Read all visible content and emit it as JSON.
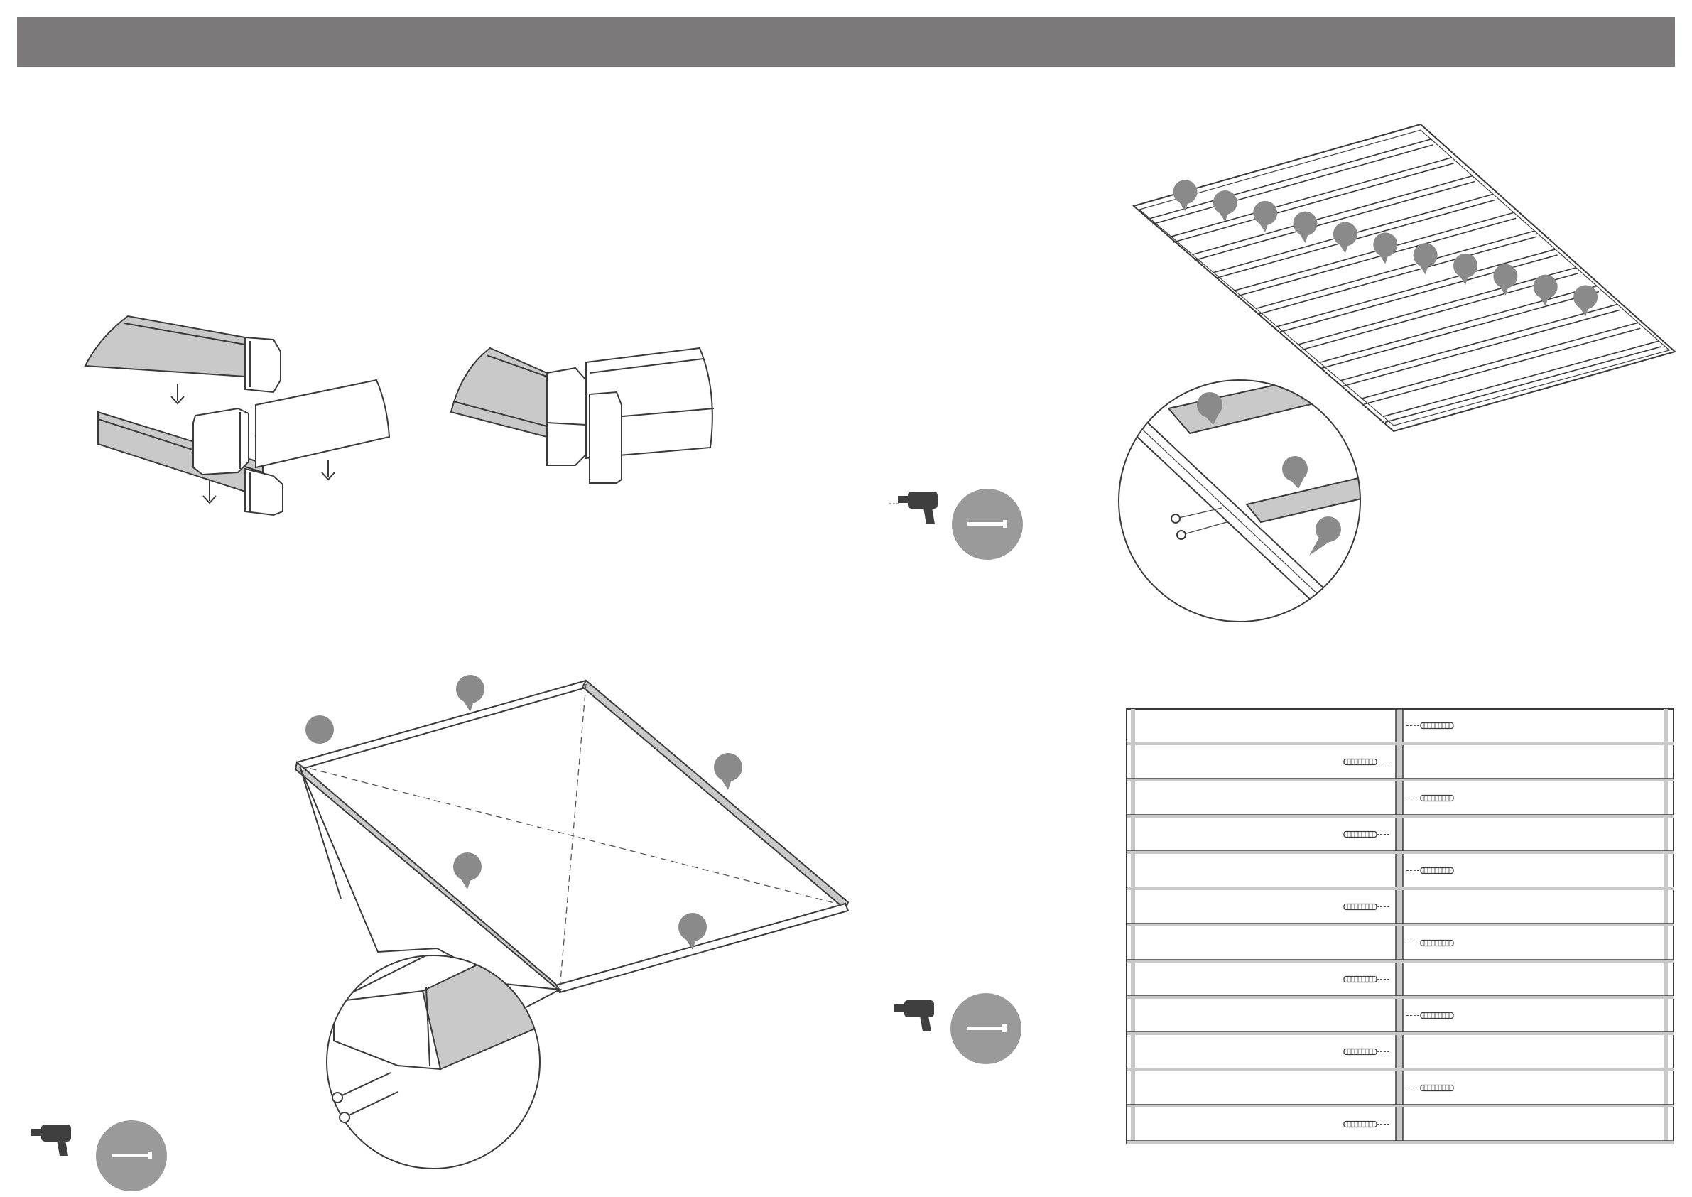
{
  "colors": {
    "header_bar": "#7b797a",
    "part_grey": "#c9c9c9",
    "callout_grey": "#8a8a8a",
    "screw_badge": "#9a9a9a",
    "outline": "#3a3a3a"
  },
  "icons": {
    "drill": "drill-icon",
    "screw": "screw-icon",
    "arrow": "arrow-down-icon",
    "callout": "callout-pin-icon"
  },
  "steps": {
    "top_left": {
      "panel": "panel-joining-diagram"
    },
    "top_right": {
      "panel": "floor-frame-assembly",
      "callout_count": 11
    },
    "bottom_left": {
      "panel": "perimeter-frame-assembly",
      "callout_count": 5
    },
    "bottom_right": {
      "panel": "joist-screw-pattern",
      "rows": 12
    }
  }
}
